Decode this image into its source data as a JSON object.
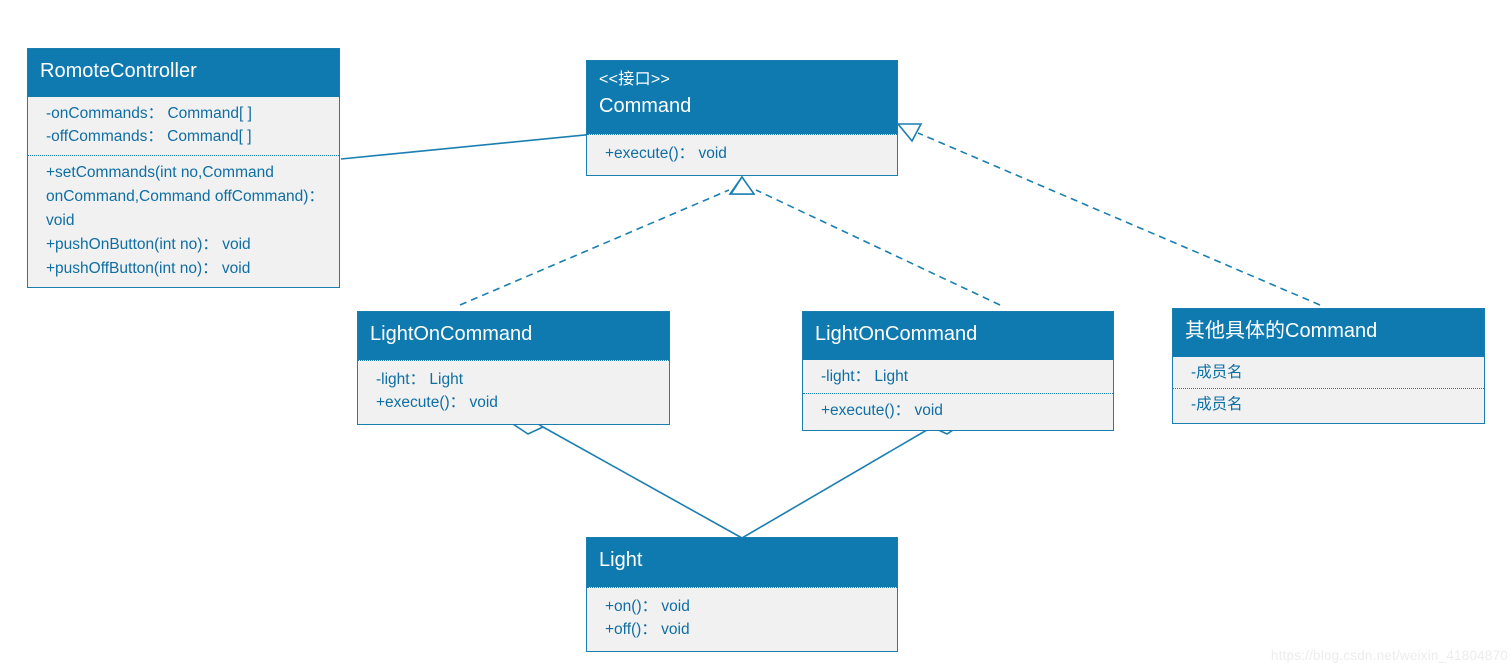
{
  "diagram": {
    "title": "Command Pattern UML Class Diagram",
    "accent_color": "#0f7ab0",
    "body_color": "#f1f1f1",
    "text_color": "#0f6ea3",
    "line_color": "#1a7fb0"
  },
  "classes": [
    {
      "id": "remote-controller",
      "stereotype": "",
      "name": "RomoteController",
      "attributes": [
        "-onCommands： Command[ ]",
        "-offCommands： Command[ ]"
      ],
      "operations": [
        "+setCommands(int no,Command onCommand,Command offCommand)：void",
        "+pushOnButton(int no)： void",
        "+pushOffButton(int no)： void"
      ]
    },
    {
      "id": "command",
      "stereotype": "<<接口>>",
      "name": "Command",
      "attributes": [],
      "operations": [
        "+execute()： void"
      ]
    },
    {
      "id": "light-on-command-left",
      "stereotype": "",
      "name": "LightOnCommand",
      "attributes": [],
      "operations": [
        "-light： Light",
        "+execute()： void"
      ]
    },
    {
      "id": "light-on-command-right",
      "stereotype": "",
      "name": "LightOnCommand",
      "attributes": [
        "-light： Light"
      ],
      "operations": [
        "+execute()： void"
      ]
    },
    {
      "id": "other-command",
      "stereotype": "",
      "name": "其他具体的Command",
      "attributes": [
        "-成员名"
      ],
      "operations": [
        "-成员名"
      ]
    },
    {
      "id": "light",
      "stereotype": "",
      "name": "Light",
      "attributes": [],
      "operations": [
        "+on()： void",
        "+off()： void"
      ]
    }
  ],
  "relations": [
    {
      "id": "remote-aggregates-command",
      "from": "remote-controller",
      "to": "command",
      "type": "aggregation",
      "line": "solid"
    },
    {
      "id": "lightoncommand-left-realizes-command",
      "from": "light-on-command-left",
      "to": "command",
      "type": "realization",
      "line": "dashed"
    },
    {
      "id": "lightoncommand-right-realizes-command",
      "from": "light-on-command-right",
      "to": "command",
      "type": "realization",
      "line": "dashed"
    },
    {
      "id": "other-command-realizes-command",
      "from": "other-command",
      "to": "command",
      "type": "realization",
      "line": "dashed"
    },
    {
      "id": "lightoncommand-left-aggregates-light",
      "from": "light-on-command-left",
      "to": "light",
      "type": "aggregation",
      "line": "solid"
    },
    {
      "id": "lightoncommand-right-aggregates-light",
      "from": "light-on-command-right",
      "to": "light",
      "type": "aggregation",
      "line": "solid"
    }
  ],
  "watermark": {
    "text": "https://blog.csdn.net/weixin_41804870"
  }
}
